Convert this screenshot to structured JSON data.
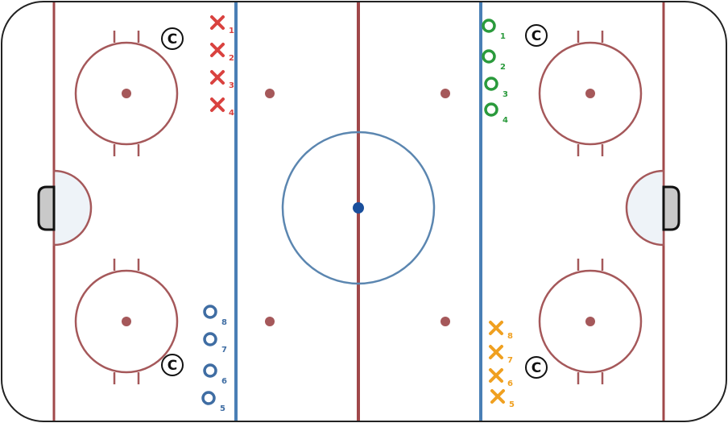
{
  "rink": {
    "colors": {
      "boards": "#222222",
      "red_line": "#a0484a",
      "blue_line": "#4a7fb5",
      "circle": "#a5585a",
      "center_circle": "#5b86b0",
      "center_dot": "#1a4f9c",
      "crease_fill": "#eef3f8",
      "goal_fill": "#c9c9c9"
    }
  },
  "players": {
    "red_x": {
      "color": "#d9423f",
      "symbol": "✕",
      "labels": [
        "1",
        "2",
        "3",
        "4"
      ]
    },
    "green_o": {
      "color": "#2a9a3c",
      "labels": [
        "1",
        "2",
        "3",
        "4"
      ]
    },
    "blue_o": {
      "color": "#3f6da3",
      "labels": [
        "8",
        "7",
        "6",
        "5"
      ]
    },
    "orange_x": {
      "color": "#f0a020",
      "symbol": "✕",
      "labels": [
        "8",
        "7",
        "6",
        "5"
      ]
    }
  },
  "cone_marks": {
    "symbol": "C",
    "count": 4
  }
}
